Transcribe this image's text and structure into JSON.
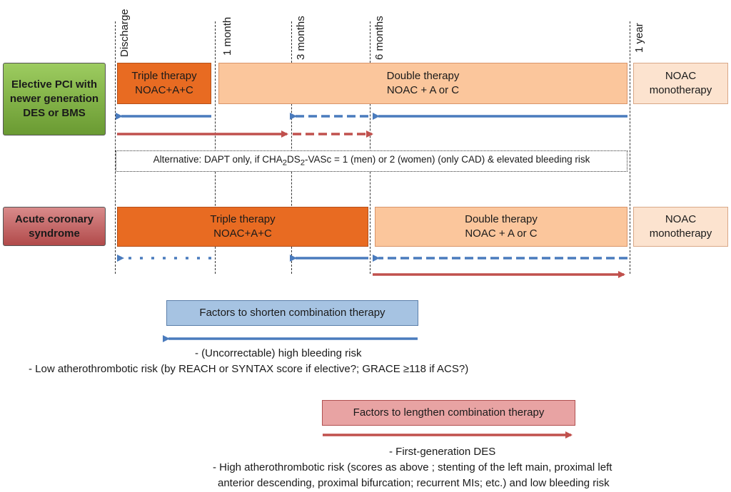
{
  "timeline": {
    "discharge": "Discharge",
    "month1": "1 month",
    "month3": "3 months",
    "month6": "6 months",
    "year1": "1 year"
  },
  "rows": {
    "elective_label": "Elective PCI with newer generation DES or BMS",
    "acs_label": "Acute coronary syndrome"
  },
  "elective": {
    "triple_title": "Triple therapy",
    "triple_sub": "NOAC+A+C",
    "double_title": "Double therapy",
    "double_sub": "NOAC + A or C",
    "mono_title": "NOAC",
    "mono_sub": "monotherapy"
  },
  "alternative": {
    "pre": "Alternative: DAPT only, if CHA",
    "sub1": "2",
    "mid": "DS",
    "sub2": "2",
    "post": "-VASc = 1 (men) or 2 (women) (only CAD) & elevated bleeding risk"
  },
  "acs": {
    "triple_title": "Triple therapy",
    "triple_sub": "NOAC+A+C",
    "double_title": "Double therapy",
    "double_sub": "NOAC + A or C",
    "mono_title": "NOAC",
    "mono_sub": "monotherapy"
  },
  "shorten": {
    "title": "Factors to shorten combination therapy",
    "line1": "- (Uncorrectable) high bleeding risk",
    "line2": "- Low atherothrombotic risk (by REACH or SYNTAX score if elective?; GRACE ≥118 if ACS?)"
  },
  "lengthen": {
    "title": "Factors to lengthen combination therapy",
    "line1": "- First-generation DES",
    "line2": "- High atherothrombotic risk (scores as above ; stenting of the left main, proximal left",
    "line3": "anterior descending, proximal bifurcation; recurrent MIs; etc.) and low bleeding risk"
  },
  "colors": {
    "blue_arrow": "#4a7bbd",
    "red_arrow": "#c0504d",
    "triple": "#e86b22",
    "double": "#fbc69c",
    "mono": "#fce3cf"
  }
}
